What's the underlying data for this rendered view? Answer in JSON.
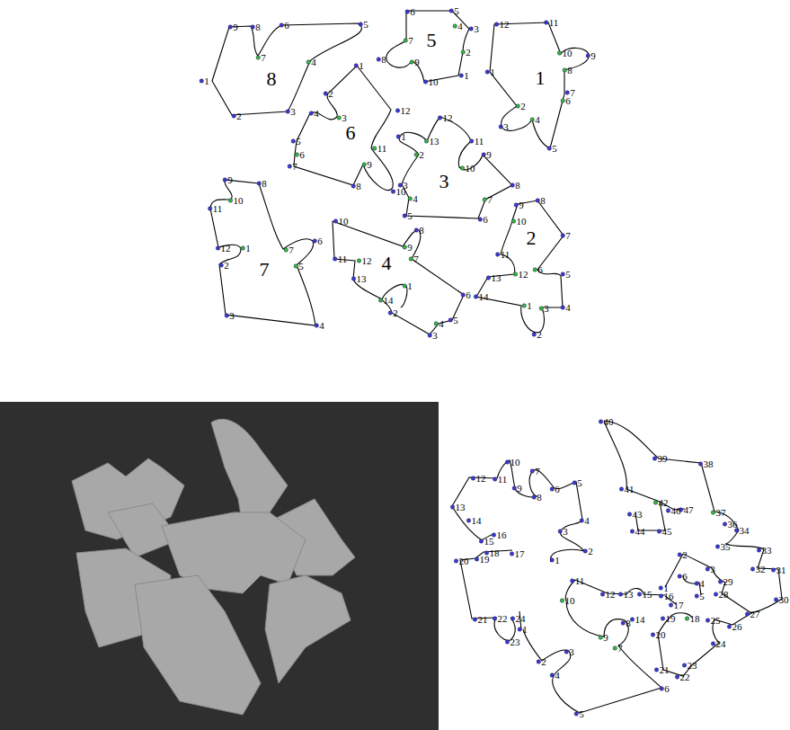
{
  "diagram": {
    "labels": [
      "8",
      "9",
      "8",
      "6",
      "5",
      "7",
      "4",
      "1",
      "2",
      "3",
      "5",
      "6",
      "5",
      "4",
      "3",
      "2",
      "7",
      "8",
      "9",
      "10",
      "1",
      "1",
      "12",
      "11",
      "10",
      "9",
      "8",
      "7",
      "6",
      "5",
      "4",
      "3",
      "2",
      "1",
      "6",
      "1",
      "2",
      "3",
      "4",
      "5",
      "6",
      "7",
      "8",
      "9",
      "10",
      "11",
      "12",
      "3",
      "12",
      "11",
      "13",
      "1",
      "2",
      "10",
      "9",
      "8",
      "7",
      "6",
      "5",
      "4",
      "3",
      "7",
      "9",
      "8",
      "10",
      "11",
      "12",
      "1",
      "2",
      "3",
      "4",
      "5",
      "6",
      "7",
      "4",
      "10",
      "9",
      "8",
      "7",
      "11",
      "12",
      "13",
      "14",
      "1",
      "2",
      "3",
      "4",
      "5",
      "6",
      "2",
      "9",
      "8",
      "10",
      "7",
      "11",
      "6",
      "5",
      "12",
      "13",
      "14",
      "4",
      "1",
      "3",
      "2",
      "40",
      "39",
      "38",
      "37",
      "36",
      "34",
      "35",
      "33",
      "32",
      "31",
      "30",
      "29",
      "28",
      "27",
      "26",
      "25",
      "24",
      "23",
      "22",
      "21",
      "20",
      "19",
      "18",
      "17",
      "16",
      "1",
      "6",
      "4",
      "5",
      "2",
      "3",
      "41",
      "42",
      "43",
      "46",
      "47",
      "44",
      "45",
      "11",
      "10",
      "12",
      "13",
      "15",
      "14",
      "8",
      "9",
      "7",
      "6",
      "5",
      "4",
      "3",
      "2",
      "12",
      "11",
      "10",
      "9",
      "7",
      "8",
      "6",
      "5",
      "4",
      "3",
      "2",
      "1",
      "13",
      "14",
      "15",
      "16",
      "18",
      "17",
      "20",
      "19",
      "21",
      "22",
      "24",
      "23",
      "1"
    ]
  }
}
